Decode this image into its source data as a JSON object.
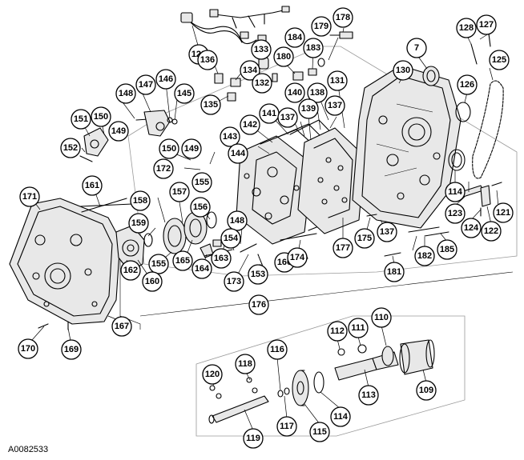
{
  "figure_id": "A0082533",
  "callouts": {
    "c7": "7",
    "c109": "109",
    "c110": "110",
    "c111": "111",
    "c112": "112",
    "c113": "113",
    "c114a": "114",
    "c114b": "114",
    "c115": "115",
    "c116": "116",
    "c117": "117",
    "c118": "118",
    "c119": "119",
    "c120": "120",
    "c121": "121",
    "c122": "122",
    "c123": "123",
    "c124": "124",
    "c125": "125",
    "c126": "126",
    "c127": "127",
    "c128": "128",
    "c129": "129",
    "c130": "130",
    "c131": "131",
    "c132": "132",
    "c133": "133",
    "c134": "134",
    "c135": "135",
    "c136": "136",
    "c137a": "137",
    "c137b": "137",
    "c137c": "137",
    "c138": "138",
    "c139": "139",
    "c140": "140",
    "c141": "141",
    "c142": "142",
    "c143": "143",
    "c144": "144",
    "c145": "145",
    "c146": "146",
    "c147": "147",
    "c148a": "148",
    "c148b": "148",
    "c149a": "149",
    "c149b": "149",
    "c150a": "150",
    "c150b": "150",
    "c151": "151",
    "c152": "152",
    "c153": "153",
    "c154": "154",
    "c155a": "155",
    "c155b": "155",
    "c156": "156",
    "c157": "157",
    "c158": "158",
    "c159": "159",
    "c160": "160",
    "c161": "161",
    "c162": "162",
    "c163": "163",
    "c164": "164",
    "c165": "165",
    "c166": "166",
    "c167": "167",
    "c169": "169",
    "c170": "170",
    "c171": "171",
    "c172": "172",
    "c173": "173",
    "c174": "174",
    "c175": "175",
    "c176": "176",
    "c177": "177",
    "c178": "178",
    "c179": "179",
    "c180": "180",
    "c181": "181",
    "c182": "182",
    "c183": "183",
    "c184": "184",
    "c185": "185"
  }
}
